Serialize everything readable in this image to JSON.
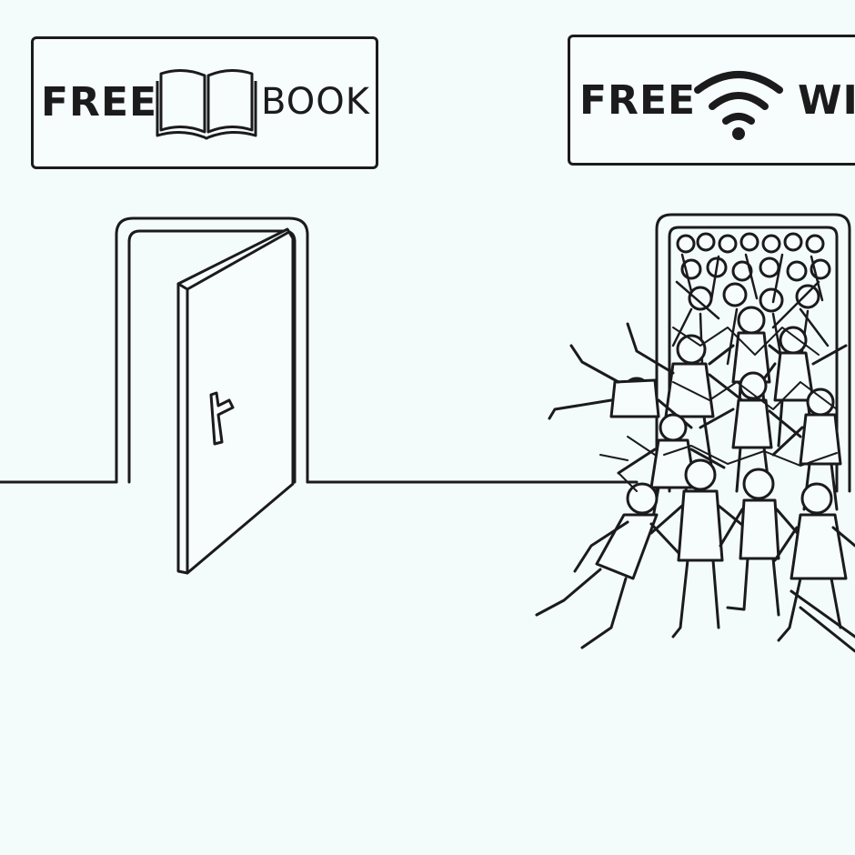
{
  "signs": {
    "left": {
      "free_label": "FREE",
      "item_label": "BOOK",
      "icon": "open-book-icon"
    },
    "right": {
      "free_label": "FREE",
      "item_label": "WI",
      "icon": "wifi-icon"
    }
  },
  "colors": {
    "background": "#f4fbfb",
    "ink": "#1b1b1b"
  }
}
